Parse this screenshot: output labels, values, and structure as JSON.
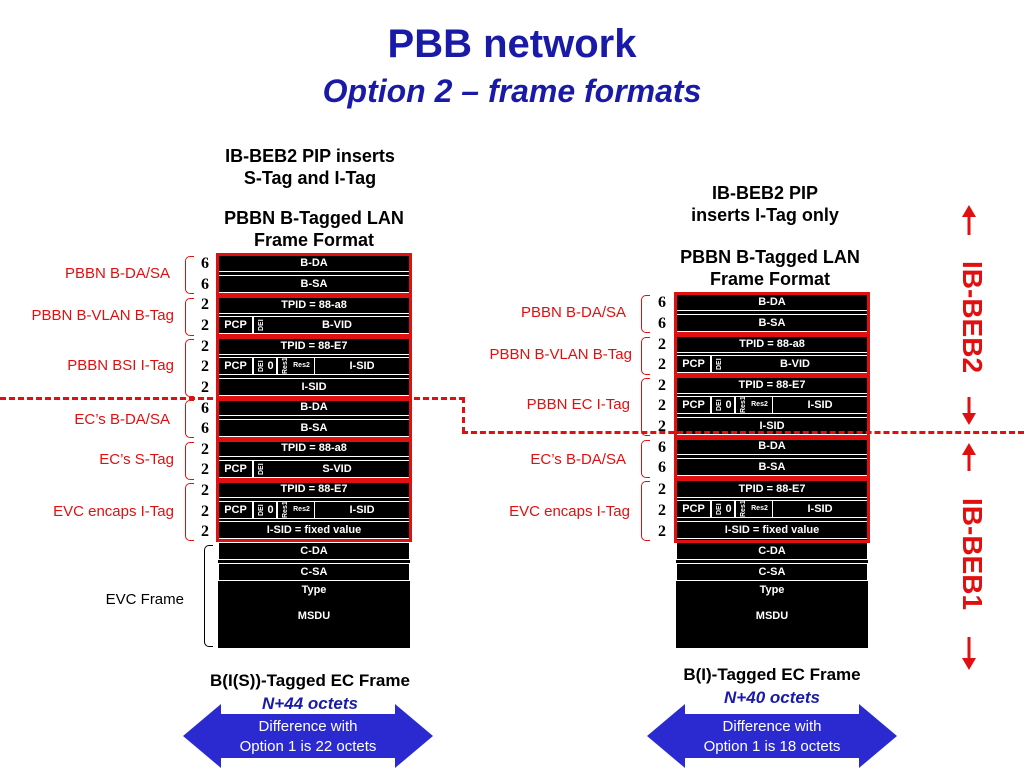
{
  "title": "PBB network",
  "subtitle": "Option 2 – frame formats",
  "left": {
    "heading1": "IB-BEB2 PIP inserts",
    "heading2": "S-Tag and I-Tag",
    "format1": "PBBN B-Tagged LAN",
    "format2": "Frame Format",
    "labels": {
      "bdasa": "PBBN B-DA/SA",
      "bvlan": "PBBN B-VLAN B-Tag",
      "bsi": "PBBN BSI I-Tag",
      "ecdasa": "EC’s B-DA/SA",
      "ecstag": "EC’s S-Tag",
      "evc": "EVC encaps I-Tag",
      "evcframe": "EVC Frame"
    },
    "caption": "B(I(S))-Tagged EC Frame",
    "octets": "N+44 octets",
    "diff1": "Difference with",
    "diff2": "Option 1 is 22 octets"
  },
  "right": {
    "heading1": "IB-BEB2 PIP",
    "heading2": "inserts I-Tag only",
    "format1": "PBBN B-Tagged LAN",
    "format2": "Frame Format",
    "labels": {
      "bdasa": "PBBN B-DA/SA",
      "bvlan": "PBBN B-VLAN B-Tag",
      "ec": "PBBN EC I-Tag",
      "ecdasa": "EC’s B-DA/SA",
      "evc": "EVC encaps I-Tag"
    },
    "caption": "B(I)-Tagged EC Frame",
    "octets": "N+40 octets",
    "diff1": "Difference with",
    "diff2": "Option 1 is 18 octets"
  },
  "fields": {
    "bda": "B-DA",
    "bsa": "B-SA",
    "tpid_a8": "TPID = 88-a8",
    "tpid_e7": "TPID = 88-E7",
    "pcp": "PCP",
    "dei": "DEI",
    "zero": "0",
    "res1": "Res1",
    "res2": "Res2",
    "bvid": "B-VID",
    "svid": "S-VID",
    "isid": "I-SID",
    "isid_fixed": "I-SID = fixed value",
    "cda": "C-DA",
    "csa": "C-SA",
    "type": "Type",
    "msdu": "MSDU"
  },
  "sizes": {
    "six": "6",
    "two": "2"
  },
  "side": {
    "beb2": "IB-BEB2",
    "beb1": "IB-BEB1"
  }
}
